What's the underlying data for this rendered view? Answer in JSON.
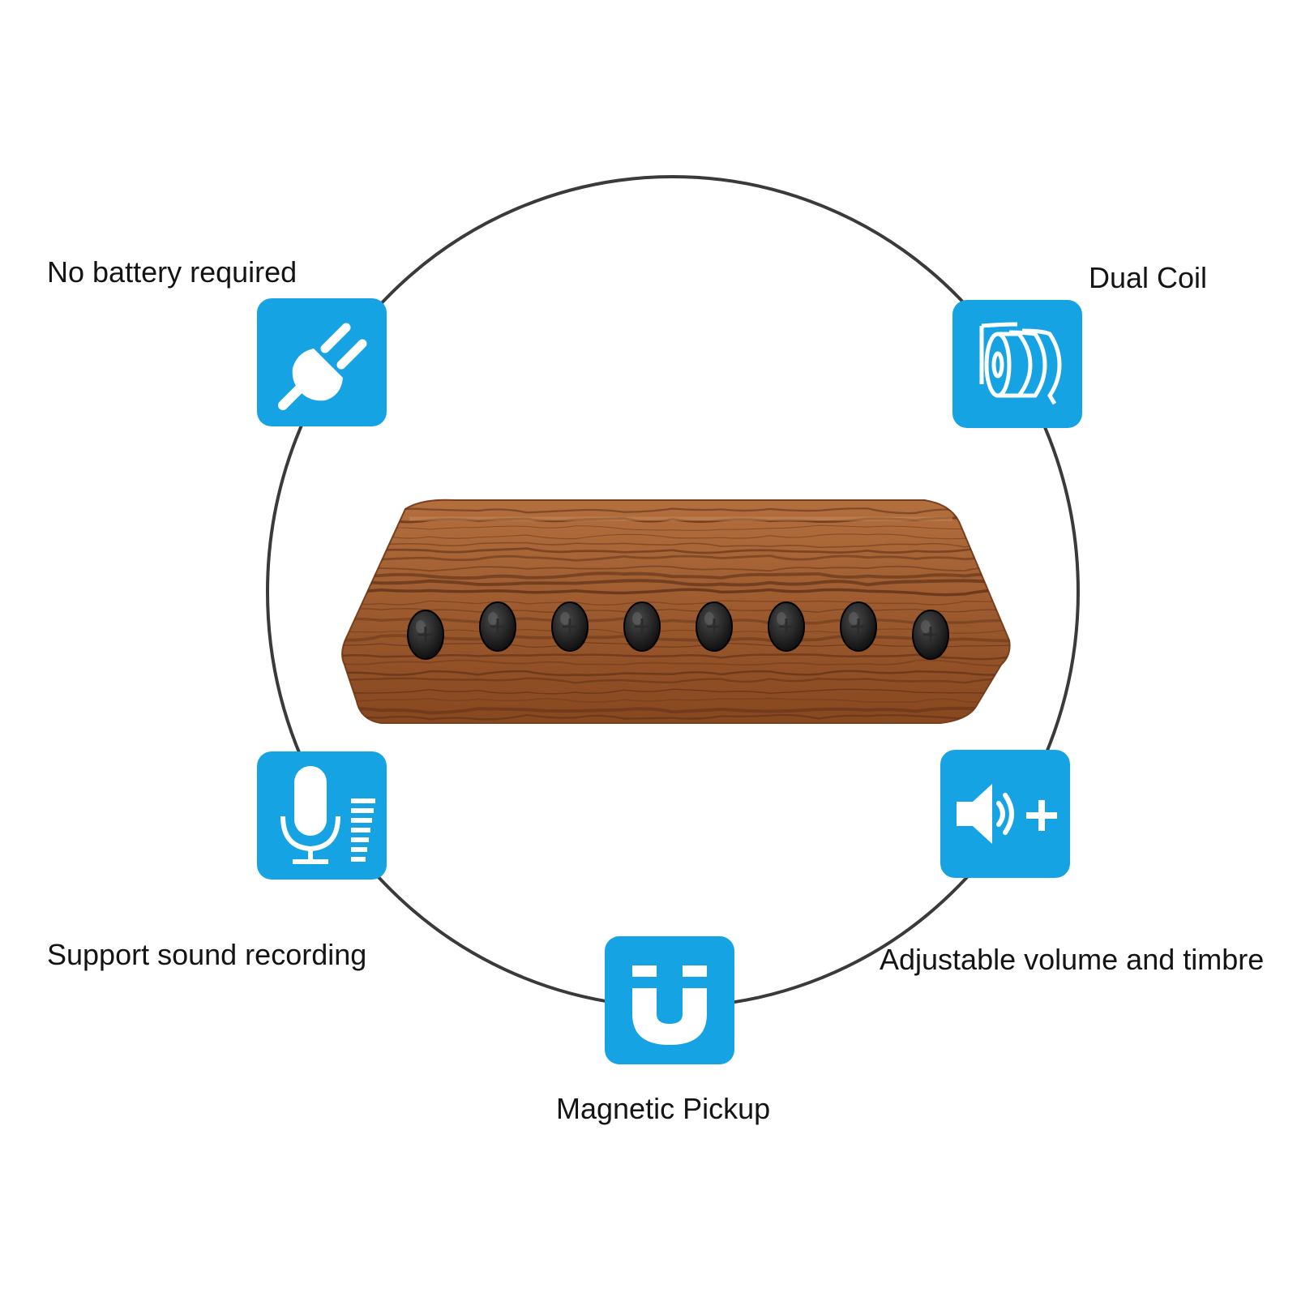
{
  "colors": {
    "accent": "#16a3e4",
    "circle": "#3a3a3a",
    "wood": "#a05f34",
    "wood_grain": "#5e2f17",
    "screw": "#141414"
  },
  "product": {
    "name_icon": "wooden-soundhole-pickup",
    "pole_screw_count": 8
  },
  "features": {
    "no_battery": {
      "label": "No battery required",
      "icon": "plug-icon"
    },
    "dual_coil": {
      "label": "Dual Coil",
      "icon": "coil-icon"
    },
    "recording": {
      "label": "Support sound recording",
      "icon": "microphone-icon"
    },
    "volume": {
      "label": "Adjustable volume and timbre",
      "icon": "volume-plus-icon"
    },
    "magnetic": {
      "label": "Magnetic Pickup",
      "icon": "magnet-icon"
    }
  }
}
